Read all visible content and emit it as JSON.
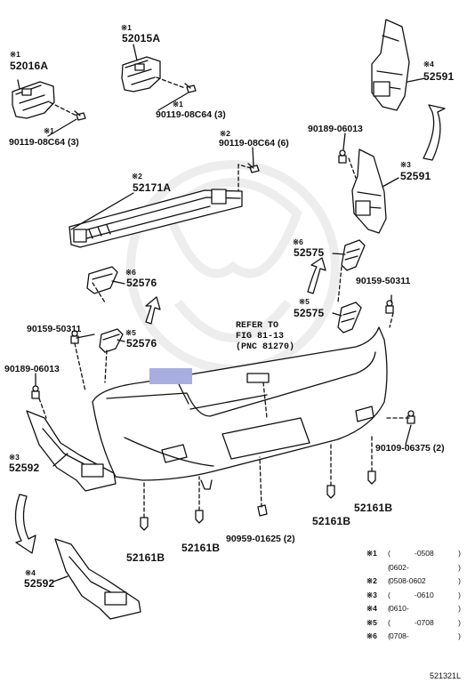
{
  "diagram": {
    "labels": {
      "bracket_52015A": {
        "mark": "※1",
        "part": "52015A"
      },
      "bracket_52016A": {
        "mark": "※1",
        "part": "52016A"
      },
      "bolt_top_left": {
        "mark": "※1",
        "part": "90119-08C64 (3)"
      },
      "bolt_top_mid": {
        "mark": "※1",
        "part": "90119-08C64 (3)"
      },
      "bolt_beam": {
        "mark": "※2",
        "part": "90119-08C64 (6)"
      },
      "reinforcement": {
        "mark": "※2",
        "part": "52171A"
      },
      "clip_upper_right": {
        "part": "90189-06013"
      },
      "clip_left": {
        "part": "90189-06013"
      },
      "liner_upper_4": {
        "mark": "※4",
        "part": "52591"
      },
      "liner_upper_3": {
        "mark": "※3",
        "part": "52591"
      },
      "retainer_52575_6": {
        "mark": "※6",
        "part": "52575"
      },
      "retainer_52575_5": {
        "mark": "※5",
        "part": "52575"
      },
      "retainer_52576_6": {
        "mark": "※6",
        "part": "52576"
      },
      "retainer_52576_5": {
        "mark": "※5",
        "part": "52576"
      },
      "screw_left": {
        "part": "90159-50311"
      },
      "screw_right": {
        "part": "90159-50311"
      },
      "screw_bottom_right": {
        "part": "90109-06375 (2)"
      },
      "liner_lower_3": {
        "mark": "※3",
        "part": "52592"
      },
      "liner_lower_4": {
        "mark": "※4",
        "part": "52592"
      },
      "clip_52161B_a": {
        "part": "52161B"
      },
      "clip_52161B_b": {
        "part": "52161B"
      },
      "clip_52161B_c": {
        "part": "52161B"
      },
      "clip_52161B_d": {
        "part": "52161B"
      },
      "nut_bottom": {
        "part": "90959-01625 (2)"
      }
    },
    "reference": {
      "line1": "REFER TO",
      "line2": "FIG 81-13",
      "line3": "(PNC 81270)"
    },
    "legend": [
      {
        "mark": "※1",
        "from": "",
        "to": "-0508"
      },
      {
        "mark": "",
        "from": "0602-",
        "to": ""
      },
      {
        "mark": "※2",
        "from": "0508-0602",
        "to": ""
      },
      {
        "mark": "※3",
        "from": "",
        "to": "-0610"
      },
      {
        "mark": "※4",
        "from": "0610-",
        "to": ""
      },
      {
        "mark": "※5",
        "from": "",
        "to": "-0708"
      },
      {
        "mark": "※6",
        "from": "0708-",
        "to": ""
      }
    ],
    "footer_code": "521321L",
    "colors": {
      "line": "#111111",
      "highlight": "#a9aee0",
      "watermark": "#ececec"
    }
  }
}
